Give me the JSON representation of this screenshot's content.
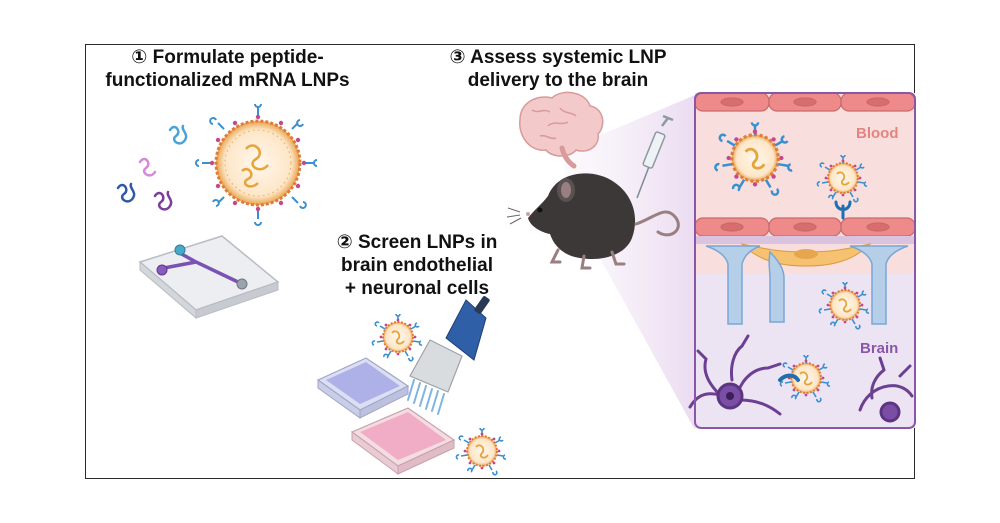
{
  "steps": [
    {
      "number": "①",
      "lines": [
        "Formulate peptide-",
        "functionalized mRNA LNPs"
      ]
    },
    {
      "number": "②",
      "lines": [
        "Screen LNPs in",
        "brain endothelial",
        "+ neuronal cells"
      ]
    },
    {
      "number": "③",
      "lines": [
        "Assess systemic LNP",
        "delivery to the brain"
      ]
    }
  ],
  "regions": {
    "blood": "Blood",
    "brain": "Brain"
  },
  "colors": {
    "blood_bg": "#f9dede",
    "blood_label": "#e2847f",
    "brain_bg": "#ece4f3",
    "brain_label": "#8a57a8",
    "endothelial": "#ee8a8a",
    "astrocyte": "#7aa6d6",
    "neuron": "#6b3f92",
    "lnp_shell": "#e8a24a",
    "peptide": "#3a8fd0",
    "mouse": "#3d3838"
  }
}
